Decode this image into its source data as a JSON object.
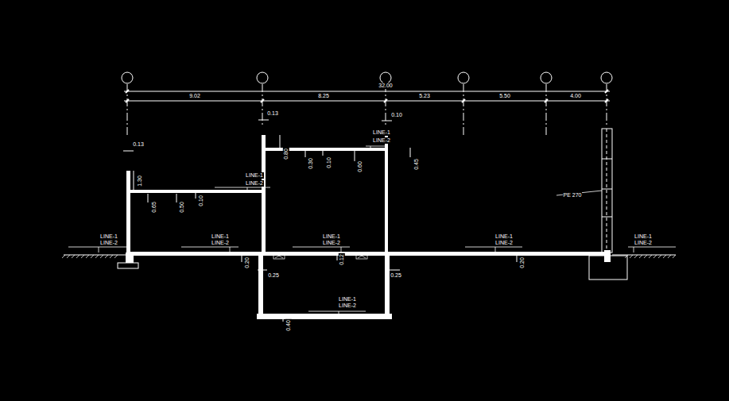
{
  "diagram": {
    "labels": [
      "32.00",
      "9.02",
      "8.25",
      "5.23",
      "5.50",
      "4.00",
      "0.13",
      "0.13",
      "0.10",
      "1.30",
      "0.65",
      "0.50",
      "0.10",
      "LINE-1",
      "LINE-2",
      "0.80",
      "0.30",
      "0.10",
      "0.60",
      "0.45",
      "LINE-1",
      "LINE-2",
      "LINE-1",
      "LINE-2",
      "LINE-1",
      "LINE-2",
      "LINE-1",
      "LINE-2",
      "LINE-1",
      "LINE-2",
      "LINE-1",
      "LINE-2",
      "0.20",
      "0.12",
      "0.20",
      "0.25",
      "0.25",
      "LINE-1",
      "LINE-2",
      "0.40",
      "PE 270"
    ]
  }
}
